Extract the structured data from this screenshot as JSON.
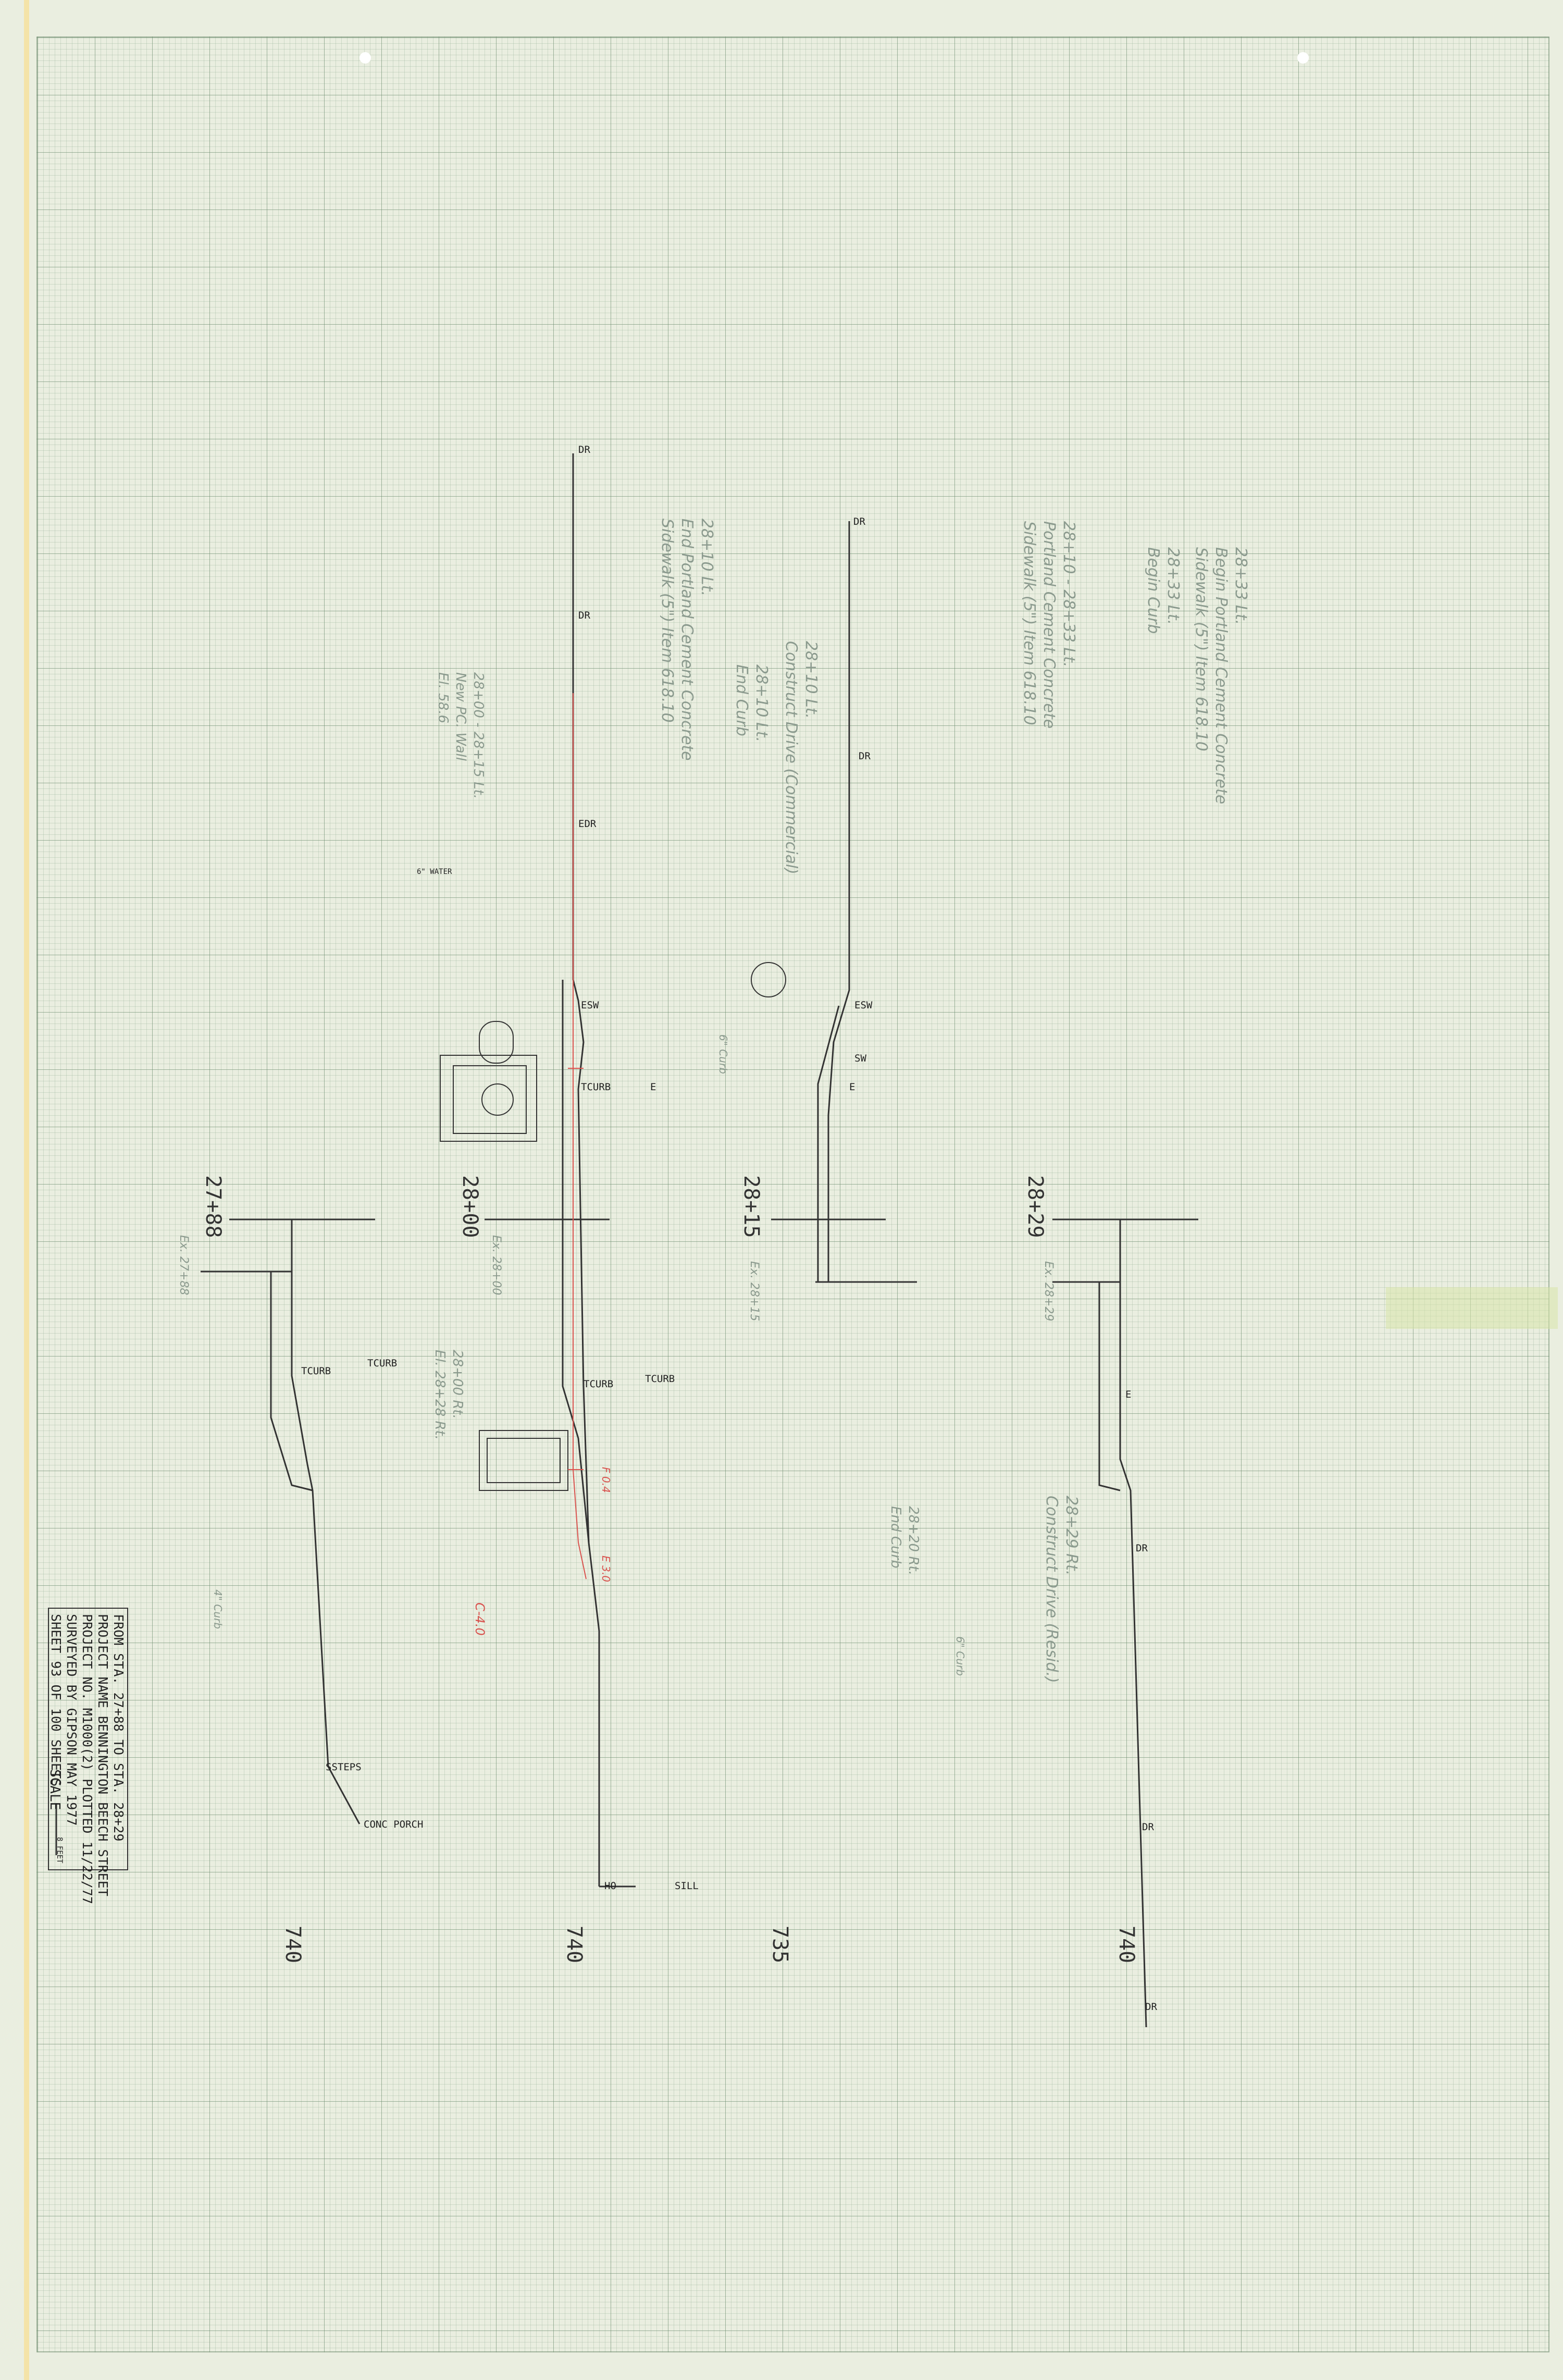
{
  "stations": [
    "27+88",
    "28+00",
    "28+15",
    "28+29"
  ],
  "elevations": [
    "740",
    "740",
    "735",
    "740"
  ],
  "point_labels": {
    "dr": "DR",
    "edr": "EDR",
    "esw": "ESW",
    "sw": "SW",
    "e": "E",
    "tcurb": "TCURB",
    "ssteps": "SSTEPS",
    "conc_porch": "CONC PORCH",
    "ho": "HO",
    "sill": "SILL",
    "water": "6\" WATER"
  },
  "notes": [
    "28+33 Lt.\nBegin Portland Cement Concrete\nSidewalk (5\") Item 618.10",
    "28+33 Lt.\nBegin Curb",
    "28+10 - 28+33 Lt.\nPortland Cement Concrete\nSidewalk (5\") Item 618.10",
    "28+10 Lt.\nConstruct Drive (Commercial)",
    "28+10 Lt.\nEnd Curb",
    "28+10 Lt.\nEnd Portland Cement Concrete\nSidewalk (5\") Item 618.10",
    "28+00 - 28+15 Lt.\nNew PC. Wall\nEl. 58.6",
    "28+29 Rt.\nConstruct Drive (Resid.)",
    "28+20 Rt.\nEnd Curb",
    "28+00 Rt.\nEl. 28+28 Rt."
  ],
  "ref_marks": [
    "Ex. 27+88",
    "Ex. 28+00",
    "Ex. 28+15",
    "Ex. 28+29"
  ],
  "curb_notes": [
    "6\" Curb",
    "6\" Curb",
    "4\" Curb"
  ],
  "red_marks": [
    "C-4.0",
    "E 3.0",
    "F 0.4"
  ],
  "scale": {
    "label": "SCALE",
    "value": "8 FEET"
  },
  "title_block": {
    "line1": "FROM STA. 27+88      TO STA. 28+29",
    "line2": "PROJECT NAME   BENNINGTON  BEECH STREET",
    "line3": "PROJECT NO.    M1000(2)    PLOTTED 11/22/77",
    "line4": "SURVEYED BY    GIPSON      MAY 1977",
    "line5": "SHEET 93 OF 100 SHEETS"
  },
  "colors": {
    "ink": "#333333",
    "red_ink": "#d9534f",
    "grid": "#6e8c6e",
    "paper": "#eaeee0"
  }
}
